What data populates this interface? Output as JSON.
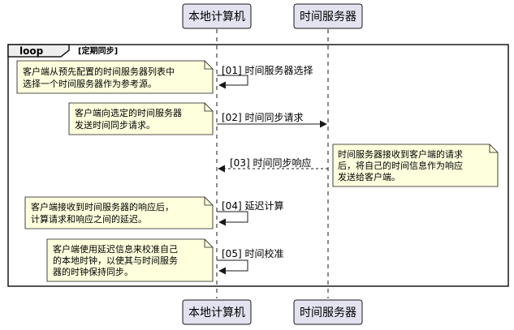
{
  "participants": [
    {
      "label": "本地计算机"
    },
    {
      "label": "时间服务器"
    }
  ],
  "loop": {
    "keyword": "loop",
    "condition": "[定期同步]"
  },
  "messages": [
    {
      "label": "[01] 时间服务器选择",
      "from": "本地计算机",
      "to": "本地计算机",
      "style": "solid"
    },
    {
      "label": "[02] 时间同步请求",
      "from": "本地计算机",
      "to": "时间服务器",
      "style": "solid"
    },
    {
      "label": "[03] 时间同步响应",
      "from": "时间服务器",
      "to": "本地计算机",
      "style": "dashed"
    },
    {
      "label": "[04] 延迟计算",
      "from": "本地计算机",
      "to": "本地计算机",
      "style": "solid"
    },
    {
      "label": "[05] 时间校准",
      "from": "本地计算机",
      "to": "本地计算机",
      "style": "solid"
    }
  ],
  "notes": [
    {
      "lines": [
        "客户端从预先配置的时间服务器列表中",
        "选择一个时间服务器作为参考源。"
      ]
    },
    {
      "lines": [
        "客户端向选定的时间服务器",
        "发送时间同步请求。"
      ]
    },
    {
      "lines": [
        "时间服务器接收到客户端的请求",
        "后，将自己的时间信息作为响应",
        "发送给客户端。"
      ]
    },
    {
      "lines": [
        "客户端接收到时间服务器的响应后，",
        "计算请求和响应之间的延迟。"
      ]
    },
    {
      "lines": [
        "客户端使用延迟信息来校准自己",
        "的本地时钟，以使其与时间服务",
        "器的时钟保持同步。"
      ]
    }
  ],
  "colors": {
    "note_fill": "#FEFFDD",
    "box_fill": "#E2E2F0",
    "line": "#181818"
  }
}
